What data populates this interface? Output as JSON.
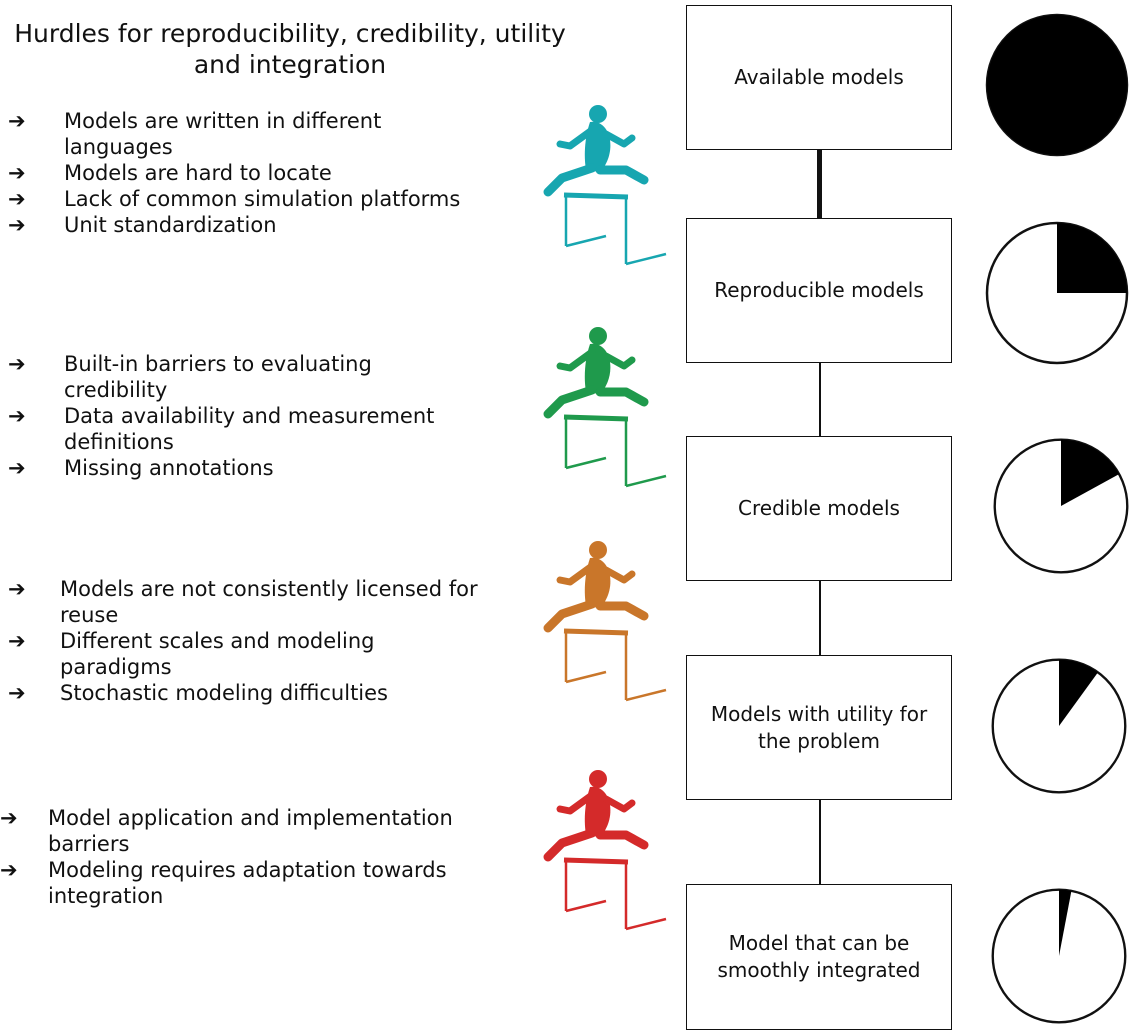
{
  "title": "Hurdles for reproducibility, credibility, utility and integration",
  "arrow_glyph": "➔",
  "groups": [
    {
      "name": "reproducibility",
      "color": "#17a6b0",
      "items": [
        "Models are written in different languages",
        "Models are hard to locate",
        "Lack of common simulation platforms",
        "Unit standardization"
      ]
    },
    {
      "name": "credibility",
      "color": "#1f9a4c",
      "items": [
        "Built-in barriers to evaluating credibility",
        "Data availability and measurement definitions",
        "Missing annotations"
      ]
    },
    {
      "name": "utility",
      "color": "#c9762a",
      "items": [
        "Models are not consistently licensed for reuse",
        "Different scales and modeling paradigms",
        "Stochastic modeling difficulties"
      ]
    },
    {
      "name": "integration",
      "color": "#d42a2a",
      "items": [
        "Model application and implementation barriers",
        "Modeling requires adaptation towards integration"
      ]
    }
  ],
  "stages": [
    {
      "label": "Available models",
      "fraction": 1.0
    },
    {
      "label": "Reproducible models",
      "fraction": 0.25
    },
    {
      "label": "Credible models",
      "fraction": 0.17
    },
    {
      "label": "Models with utility for the problem",
      "fraction": 0.1
    },
    {
      "label": "Model that can be smoothly integrated",
      "fraction": 0.03
    }
  ]
}
